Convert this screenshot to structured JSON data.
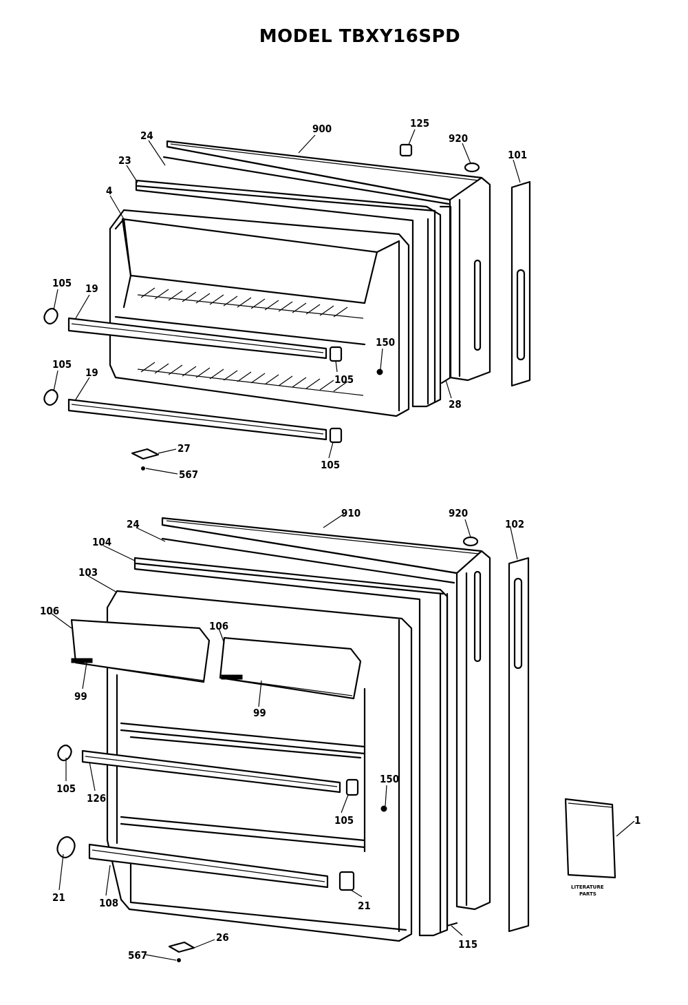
{
  "title": "MODEL TBXY16SPD",
  "upper_door": {
    "labels": {
      "l900": "900",
      "l125": "125",
      "l920": "920",
      "l101": "101",
      "l24": "24",
      "l23": "23",
      "l4": "4",
      "l105a": "105",
      "l19a": "19",
      "l150": "150",
      "l105b": "105",
      "l28": "28",
      "l105c": "105",
      "l19b": "19",
      "l105d": "105",
      "l27": "27",
      "l567": "567"
    }
  },
  "lower_door": {
    "labels": {
      "l910": "910",
      "l920": "920",
      "l102": "102",
      "l24": "24",
      "l104": "104",
      "l103": "103",
      "l106a": "106",
      "l106b": "106",
      "l99a": "99",
      "l99b": "99",
      "l105a": "105",
      "l126": "126",
      "l150": "150",
      "l105b": "105",
      "l21a": "21",
      "l108": "108",
      "l21b": "21",
      "l115": "115",
      "l26": "26",
      "l567": "567",
      "l1": "1"
    }
  },
  "literature": {
    "line1": "LITERATURE",
    "line2": "PARTS"
  }
}
